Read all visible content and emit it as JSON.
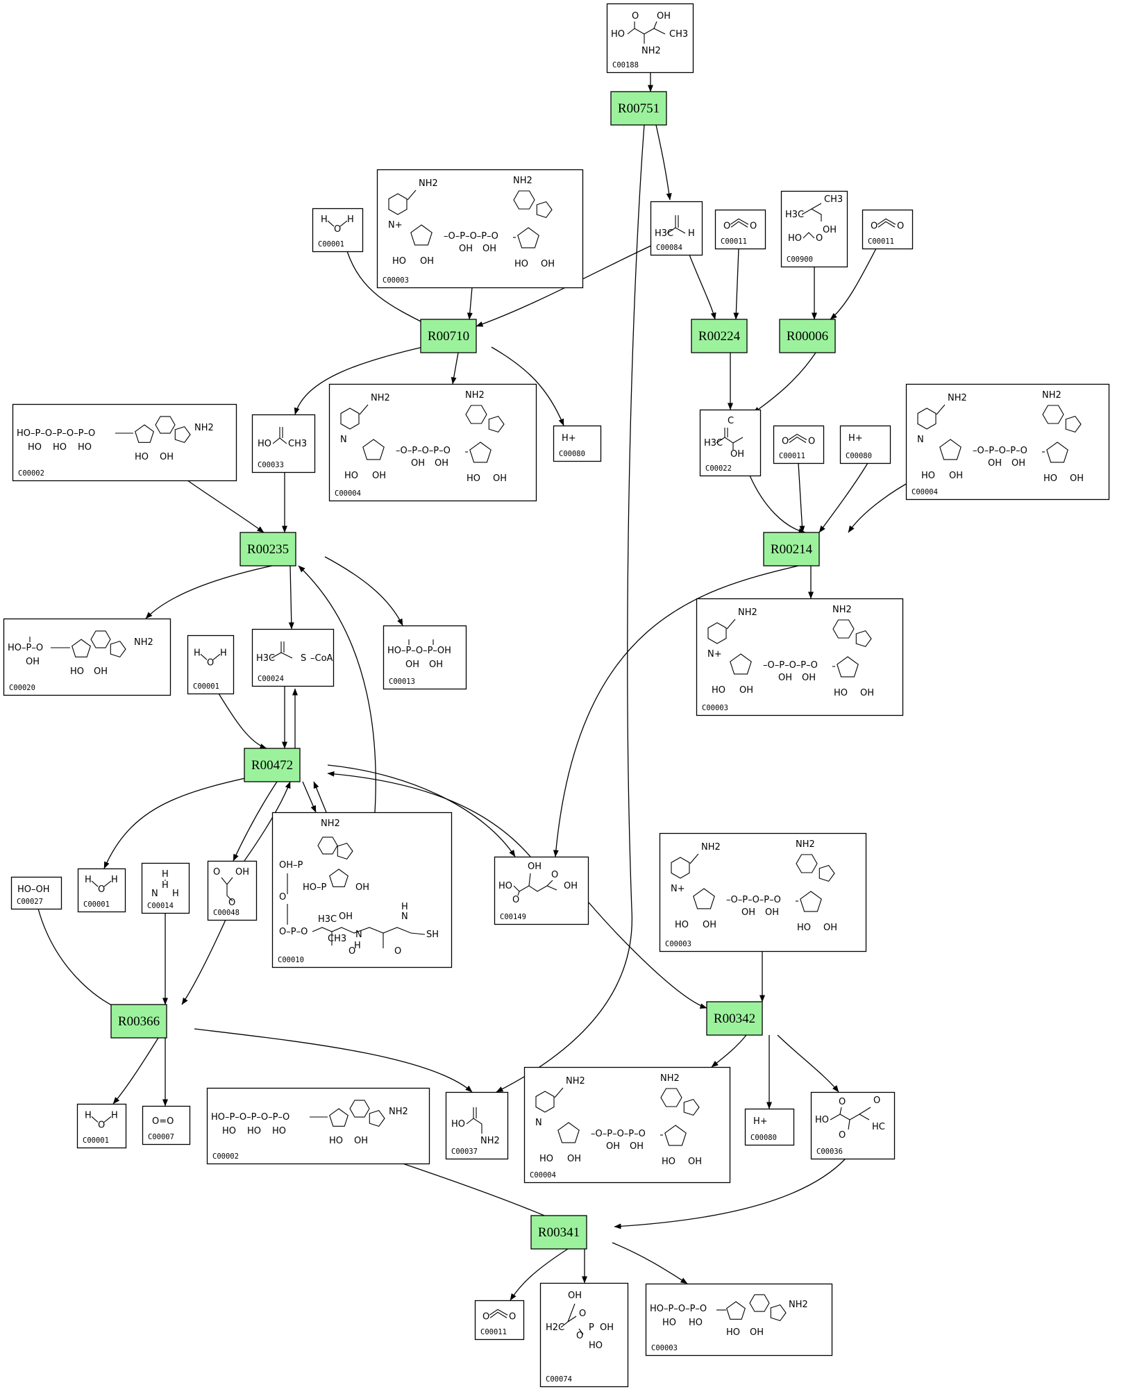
{
  "reactions": [
    {
      "id": "R00751",
      "label": "R00751"
    },
    {
      "id": "R00710",
      "label": "R00710"
    },
    {
      "id": "R00224",
      "label": "R00224"
    },
    {
      "id": "R00006",
      "label": "R00006"
    },
    {
      "id": "R00235",
      "label": "R00235"
    },
    {
      "id": "R00214",
      "label": "R00214"
    },
    {
      "id": "R00472",
      "label": "R00472"
    },
    {
      "id": "R00366",
      "label": "R00366"
    },
    {
      "id": "R00342",
      "label": "R00342"
    },
    {
      "id": "R00341",
      "label": "R00341"
    }
  ],
  "compounds": [
    {
      "key": "c188",
      "id": "C00188",
      "formula": "HO–CO–CH(NH2)–CH(OH)–CH3"
    },
    {
      "key": "c1a",
      "id": "C00001",
      "formula": "H2O"
    },
    {
      "key": "c3a",
      "id": "C00003",
      "formula": "NAD+"
    },
    {
      "key": "c84",
      "id": "C00084",
      "formula": "H3C–CHO"
    },
    {
      "key": "c11a",
      "id": "C00011",
      "formula": "O=C=O"
    },
    {
      "key": "c900",
      "id": "C00900",
      "formula": "H3C–C(OH)(CH3)–COOH"
    },
    {
      "key": "c11b",
      "id": "C00011",
      "formula": "O=C=O"
    },
    {
      "key": "c2a",
      "id": "C00002",
      "formula": "ATP"
    },
    {
      "key": "c33",
      "id": "C00033",
      "formula": "HO–CO–CH3"
    },
    {
      "key": "c4a",
      "id": "C00004",
      "formula": "NADH"
    },
    {
      "key": "c80a",
      "id": "C00080",
      "formula": "H+"
    },
    {
      "key": "c22",
      "id": "C00022",
      "formula": "H3C–CO–COOH"
    },
    {
      "key": "c11c",
      "id": "C00011",
      "formula": "O=C=O"
    },
    {
      "key": "c80b",
      "id": "C00080",
      "formula": "H+"
    },
    {
      "key": "c4b",
      "id": "C00004",
      "formula": "NADH"
    },
    {
      "key": "c20",
      "id": "C00020",
      "formula": "AMP"
    },
    {
      "key": "c1b",
      "id": "C00001",
      "formula": "H2O"
    },
    {
      "key": "c24",
      "id": "C00024",
      "formula": "H3C–CO–S–CoA"
    },
    {
      "key": "c13",
      "id": "C00013",
      "formula": "PPi"
    },
    {
      "key": "c3b",
      "id": "C00003",
      "formula": "NAD+"
    },
    {
      "key": "c1c",
      "id": "C00001",
      "formula": "H2O"
    },
    {
      "key": "c27",
      "id": "C00027",
      "formula": "HO–OH"
    },
    {
      "key": "c14",
      "id": "C00014",
      "formula": "NH3"
    },
    {
      "key": "c48",
      "id": "C00048",
      "formula": "OHC–COOH"
    },
    {
      "key": "c10",
      "id": "C00010",
      "formula": "CoA–SH"
    },
    {
      "key": "c149",
      "id": "C00149",
      "formula": "HOOC–CH(OH)–CH2–COOH"
    },
    {
      "key": "c3c",
      "id": "C00003",
      "formula": "NAD+"
    },
    {
      "key": "c1d",
      "id": "C00001",
      "formula": "H2O"
    },
    {
      "key": "c7",
      "id": "C00007",
      "formula": "O=O"
    },
    {
      "key": "c2b",
      "id": "C00002",
      "formula": "ATP"
    },
    {
      "key": "c37",
      "id": "C00037",
      "formula": "HO–CO–CH2–NH2"
    },
    {
      "key": "c4c",
      "id": "C00004",
      "formula": "NADH"
    },
    {
      "key": "c80c",
      "id": "C00080",
      "formula": "H+"
    },
    {
      "key": "c36",
      "id": "C00036",
      "formula": "HOOC–CO–CH2–CHO"
    },
    {
      "key": "c11d",
      "id": "C00011",
      "formula": "O=C=O"
    },
    {
      "key": "c74",
      "id": "C00074",
      "formula": "H2C=C(COOH)–O–PO3H2"
    },
    {
      "key": "c3d",
      "id": "C00003",
      "formula": "ADP"
    }
  ],
  "glyphs": {
    "water": [
      "H",
      "O",
      "H"
    ],
    "co2": [
      "O",
      "C",
      "O"
    ],
    "proton": "H+",
    "oxygen": "O=O",
    "peroxide": "HO–OH",
    "ammonia": [
      "H",
      "N",
      "H",
      "H"
    ],
    "acetate": [
      "HO",
      "CH3"
    ],
    "acetaldehyde": [
      "H3C",
      "H"
    ],
    "pyruvate": [
      "C",
      "H3C",
      "OH"
    ],
    "lactate": [
      "H3C",
      "CH3",
      "OH",
      "HO",
      "O"
    ],
    "glycine": [
      "HO",
      "NH2"
    ],
    "glyoxylate": [
      "O",
      "OH",
      "O"
    ],
    "threonine": [
      "O",
      "OH",
      "HO",
      "CH3",
      "NH2"
    ],
    "malate": [
      "HO",
      "OH",
      "OH",
      "O",
      "O"
    ],
    "oxaloacetate": [
      "HO",
      "O",
      "O",
      "HC",
      "O"
    ],
    "pep": [
      "OH",
      "O",
      "H2C",
      "O",
      "P",
      "OH",
      "HO"
    ],
    "acetylcoa": [
      "H3C",
      "S",
      "CoA"
    ],
    "coa": [
      "NH2",
      "OH",
      "HO",
      "OH",
      "O",
      "O",
      "H3C",
      "CH3",
      "OH",
      "N",
      "H",
      "N",
      "H",
      "SH",
      "O",
      "O"
    ],
    "pp": [
      "HO",
      "P",
      "O",
      "P",
      "OH",
      "OH",
      "OH"
    ],
    "amp": [
      "HO",
      "P",
      "O",
      "OH",
      "NH2",
      "HO",
      "OH"
    ],
    "atp": [
      "HO",
      "P",
      "O",
      "P",
      "O",
      "P",
      "O",
      "HO",
      "HO",
      "HO",
      "NH2",
      "HO",
      "OH"
    ],
    "nad": [
      "NH2",
      "N+",
      "O",
      "P",
      "O",
      "P",
      "O",
      "OH",
      "OH",
      "HO",
      "OH",
      "NH2",
      "HO",
      "OH"
    ],
    "nadh": [
      "NH2",
      "N",
      "O",
      "P",
      "O",
      "P",
      "O",
      "OH",
      "OH",
      "HO",
      "OH",
      "NH2",
      "HO",
      "OH"
    ]
  }
}
